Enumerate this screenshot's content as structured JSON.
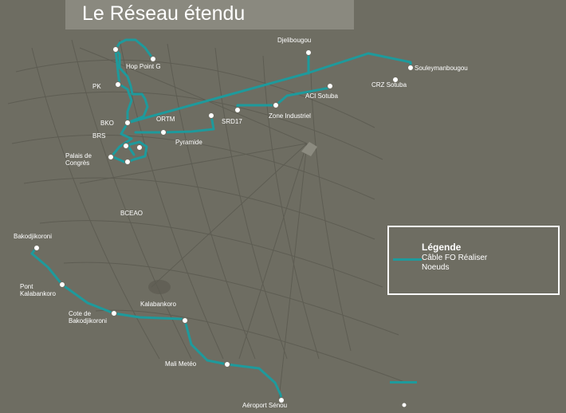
{
  "title": "Le Réseau étendu",
  "legend": {
    "title": "Légende",
    "items": [
      "Câble FO Réaliser",
      "Noeuds"
    ]
  },
  "colors": {
    "background": "#6e6d62",
    "cable": "#1e9a9c",
    "node": "#ffffff",
    "grid": "#5a594f"
  },
  "nodes": [
    "Djelibougou",
    "Souleymanbougou",
    "CRZ Sotuba",
    "ACI Sotuba",
    "Zone Industriel",
    "SRD17",
    "ORTM",
    "Pyramide",
    "Hop Point G",
    "PK",
    "BKO",
    "BRS",
    "Palais de",
    "Congrès",
    "BCEAO",
    "Bakodjikoroni",
    "Pont",
    "Kalabankoro",
    "Cote de",
    "Bakodjikoroni",
    "Kalabankoro",
    "Mali Metéo",
    "Aéroport Sénou"
  ]
}
